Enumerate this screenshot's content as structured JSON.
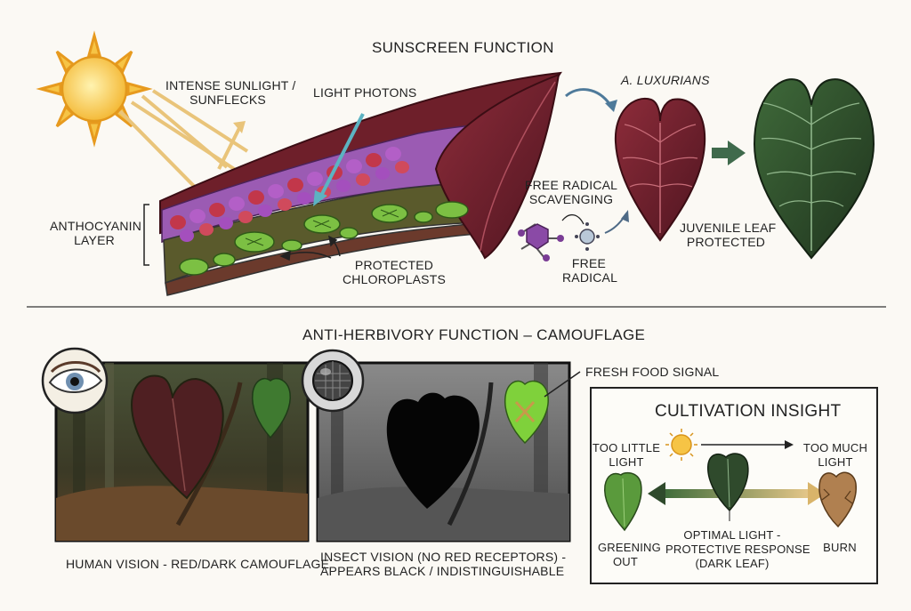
{
  "sunscreen": {
    "title": "SUNSCREEN FUNCTION",
    "sunlight_label": "INTENSE SUNLIGHT /",
    "sunlight_label_2": "SUNFLECKS",
    "photons_label": "LIGHT PHOTONS",
    "anthocyanin_label": "ANTHOCYANIN",
    "anthocyanin_label_2": "LAYER",
    "chloroplasts_label": "PROTECTED",
    "chloroplasts_label_2": "CHLOROPLASTS",
    "scavenging_label": "FREE RADICAL",
    "scavenging_label_2": "SCAVENGING",
    "free_radical_label": "FREE",
    "free_radical_label_2": "RADICAL",
    "species_label": "A. LUXURIANS",
    "juvenile_label": "JUVENILE LEAF",
    "juvenile_label_2": "PROTECTED"
  },
  "camouflage": {
    "title": "ANTI-HERBIVORY FUNCTION – CAMOUFLAGE",
    "fresh_food_label": "FRESH FOOD SIGNAL",
    "human_vision_label": "HUMAN VISION - RED/DARK CAMOUFLAGE",
    "insect_vision_label": "INSECT VISION (NO RED RECEPTORS) -",
    "insect_vision_label_2": "APPEARS BLACK / INDISTINGUISHABLE"
  },
  "cultivation": {
    "title": "CULTIVATION INSIGHT",
    "too_little_label": "TOO LITTLE",
    "too_little_label_2": "LIGHT",
    "too_much_label": "TOO MUCH",
    "too_much_label_2": "LIGHT",
    "greening_label": "GREENING",
    "greening_label_2": "OUT",
    "optimal_label": "OPTIMAL LIGHT -",
    "optimal_label_2": "PROTECTIVE RESPONSE",
    "optimal_label_3": "(DARK LEAF)",
    "burn_label": "BURN"
  },
  "colors": {
    "leaf_dark_red": "#6e1f2a",
    "leaf_dark_green": "#2f4a2c",
    "chloroplast_green": "#7cc043",
    "anthocyanin_purple": "#8a4aa6",
    "sun_yellow": "#f6c445",
    "bright_leaf_green": "#7fd13b"
  },
  "icons": [
    "sun-icon",
    "eye-icon",
    "insect-eye-icon",
    "molecule-icon",
    "cross-mark-icon",
    "arrow-icon"
  ]
}
